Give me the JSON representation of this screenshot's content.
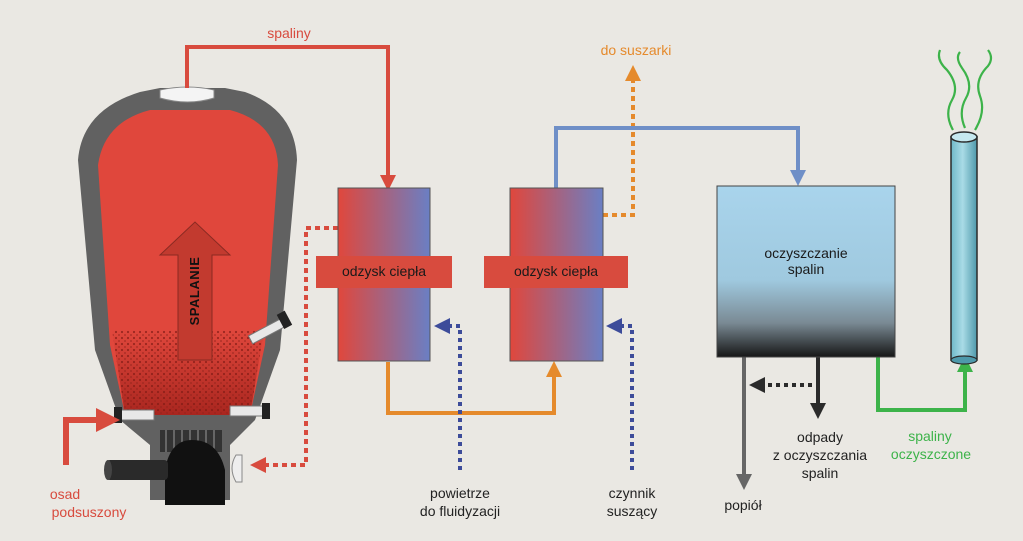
{
  "colors": {
    "flue_gas": "#d84b3e",
    "orange_flow": "#e58a2c",
    "blue_flow": "#6f8fc7",
    "dotted_blue": "#3d4c9a",
    "dotted_red": "#d84b3e",
    "green_flow": "#3db34a",
    "dark_flow": "#3a3a3a",
    "grey_flow": "#666666",
    "furnace_shell": "#616161",
    "furnace_fill": "#e0473c",
    "label_dark": "#222222",
    "label_red": "#d84b3e",
    "label_orange": "#e58a2c",
    "label_green": "#3db34a"
  },
  "labels": {
    "spaliny_top": "spaliny",
    "do_suszarki": "do suszarki",
    "odzysk_1": "odzysk ciepła",
    "odzysk_2": "odzysk ciepła",
    "oczyszczanie": "oczyszczanie\nspalin",
    "spalanie": "SPALANIE",
    "powietrze": "powietrze\ndo fluidyzacji",
    "czynnik": "czynnik\nsuszący",
    "odpady": "odpady\nz oczyszczania\nspalin",
    "popiol": "popiół",
    "spaliny_oczyszczone_1": "spaliny",
    "spaliny_oczyszczone_2": "oczyszczone",
    "osad_1": "osad",
    "osad_2": "podsuszony"
  },
  "icons": {
    "chimney": "chimney-icon",
    "smoke": "smoke-icon"
  }
}
